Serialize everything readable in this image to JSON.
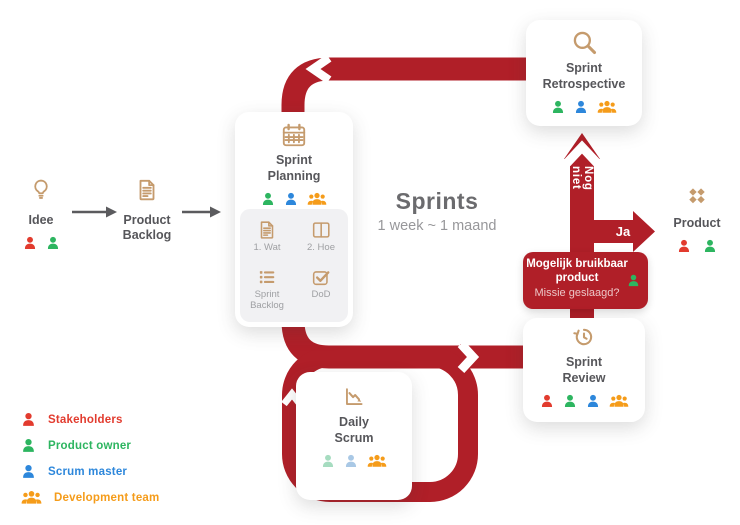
{
  "palette": {
    "flow_red": "#B01F28",
    "icon_tan": "#C59B6D",
    "stakeholders_red": "#E23B2E",
    "product_owner_green": "#2DB560",
    "scrum_master_blue": "#2D87DB",
    "dev_team_orange": "#F59C1A",
    "soft_green": "#A6DCC0",
    "soft_blue": "#A9C8E5",
    "title_gray": "#56565A",
    "muted_gray": "#97979A",
    "arrow_gray": "#5B5B5E"
  },
  "flow": {
    "idea": {
      "label": "Idee",
      "attendees": [
        {
          "role": "stakeholders",
          "icon": "person-icon",
          "color": "#E23B2E"
        },
        {
          "role": "product-owner",
          "icon": "person-icon",
          "color": "#2DB560"
        }
      ]
    },
    "product_backlog": {
      "label": "Product Backlog"
    },
    "center": {
      "title": "Sprints",
      "subtitle": "1 week ~ 1 maand"
    },
    "decision": {
      "title": "Mogelijk bruikbaar product",
      "question": "Missie geslaagd?",
      "no_label": "Nog niet",
      "yes_label": "Ja",
      "attendees": [
        {
          "role": "product-owner",
          "icon": "person-icon",
          "color": "#2DB560"
        }
      ]
    },
    "product": {
      "label": "Product",
      "attendees": [
        {
          "role": "stakeholders",
          "icon": "person-icon",
          "color": "#E23B2E"
        },
        {
          "role": "product-owner",
          "icon": "person-icon",
          "color": "#2DB560"
        }
      ]
    }
  },
  "cards": {
    "sprint_planning": {
      "title": "Sprint Planning",
      "attendees": [
        {
          "role": "product-owner",
          "icon": "person-icon",
          "color": "#2DB560"
        },
        {
          "role": "scrum-master",
          "icon": "person-icon",
          "color": "#2D87DB"
        },
        {
          "role": "development-team",
          "icon": "group-icon",
          "color": "#F59C1A"
        }
      ],
      "items": [
        {
          "icon": "document-icon",
          "label": "1. Wat"
        },
        {
          "icon": "columns-icon",
          "label": "2. Hoe"
        },
        {
          "icon": "list-icon",
          "label": "Sprint Backlog"
        },
        {
          "icon": "check-icon",
          "label": "DoD"
        }
      ]
    },
    "sprint_retrospective": {
      "title": "Sprint Retrospective",
      "attendees": [
        {
          "role": "product-owner",
          "icon": "person-icon",
          "color": "#2DB560"
        },
        {
          "role": "scrum-master",
          "icon": "person-icon",
          "color": "#2D87DB"
        },
        {
          "role": "development-team",
          "icon": "group-icon",
          "color": "#F59C1A"
        }
      ]
    },
    "sprint_review": {
      "title": "Sprint Review",
      "attendees": [
        {
          "role": "stakeholders",
          "icon": "person-icon",
          "color": "#E23B2E"
        },
        {
          "role": "product-owner",
          "icon": "person-icon",
          "color": "#2DB560"
        },
        {
          "role": "scrum-master",
          "icon": "person-icon",
          "color": "#2D87DB"
        },
        {
          "role": "development-team",
          "icon": "group-icon",
          "color": "#F59C1A"
        }
      ]
    },
    "daily_scrum": {
      "title": "Daily Scrum",
      "attendees": [
        {
          "role": "product-owner-optional",
          "icon": "person-icon",
          "color": "#A6DCC0"
        },
        {
          "role": "scrum-master-optional",
          "icon": "person-icon",
          "color": "#A9C8E5"
        },
        {
          "role": "development-team",
          "icon": "group-icon",
          "color": "#F59C1A"
        }
      ]
    }
  },
  "legend": [
    {
      "label": "Stakeholders",
      "color": "#E23B2E",
      "icon": "person-icon"
    },
    {
      "label": "Product owner",
      "color": "#2DB560",
      "icon": "person-icon"
    },
    {
      "label": "Scrum master",
      "color": "#2D87DB",
      "icon": "person-icon"
    },
    {
      "label": "Development team",
      "color": "#F59C1A",
      "icon": "group-icon"
    }
  ]
}
